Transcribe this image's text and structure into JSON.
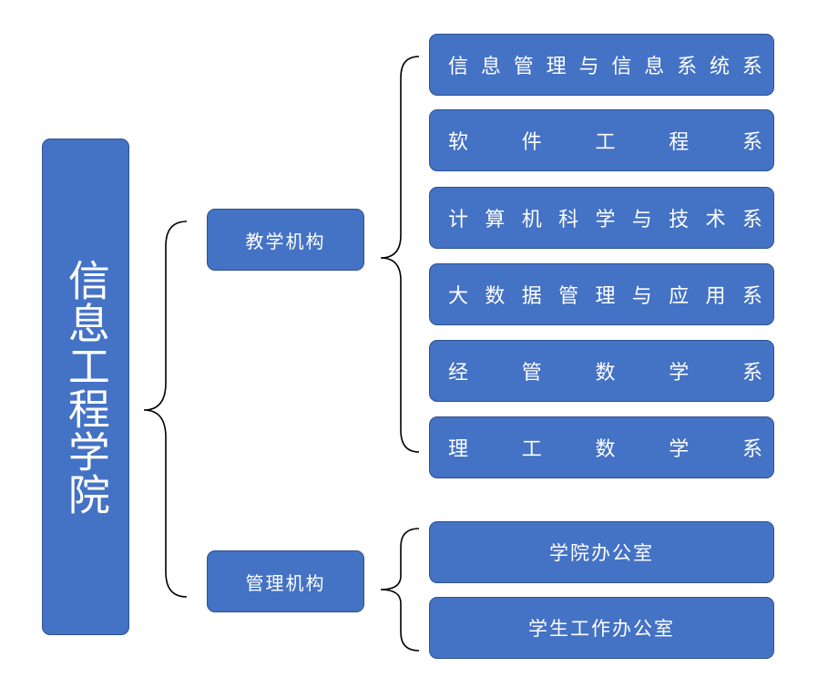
{
  "root": {
    "label": "信息工程学院"
  },
  "branches": [
    {
      "label": "教学机构",
      "children": [
        "信息管理与信息系统系",
        "软件工程系",
        "计算机科学与技术系",
        "大数据管理与应用系",
        "经管数学系",
        "理工数学系"
      ]
    },
    {
      "label": "管理机构",
      "children": [
        "学院办公室",
        "学生工作办公室"
      ]
    }
  ]
}
